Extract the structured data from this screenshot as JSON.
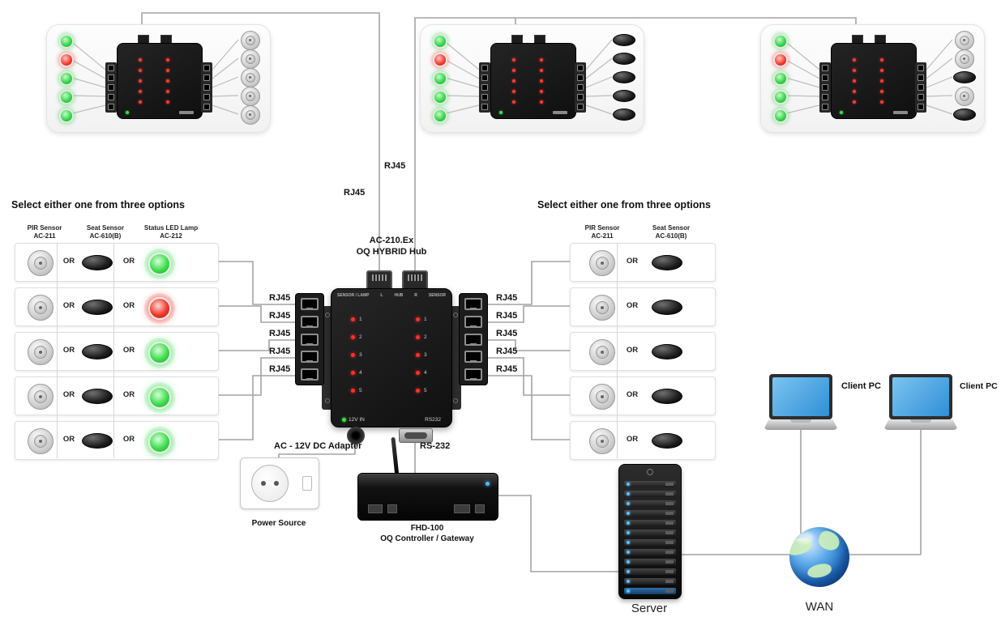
{
  "labels": {
    "rj45": "RJ45",
    "or": "OR"
  },
  "top_units": [
    {
      "leds": [
        "green",
        "red",
        "green",
        "green",
        "green"
      ],
      "devices": [
        "pir",
        "pir",
        "pir",
        "pir",
        "pir"
      ]
    },
    {
      "leds": [
        "green",
        "red",
        "green",
        "green",
        "green"
      ],
      "devices": [
        "seat",
        "seat",
        "seat",
        "seat",
        "seat"
      ]
    },
    {
      "leds": [
        "green",
        "red",
        "green",
        "green",
        "green"
      ],
      "devices": [
        "pir",
        "pir",
        "seat",
        "pir",
        "seat"
      ]
    }
  ],
  "left_options": {
    "heading": "Select either one from three options",
    "columns": [
      {
        "name": "PIR Sensor",
        "model": "AC-211"
      },
      {
        "name": "Seat Sensor",
        "model": "AC-610(B)"
      },
      {
        "name": "Status LED Lamp",
        "model": "AC-212"
      }
    ],
    "rows": [
      {
        "led": "green"
      },
      {
        "led": "red"
      },
      {
        "led": "green"
      },
      {
        "led": "green"
      },
      {
        "led": "green"
      }
    ]
  },
  "right_options": {
    "heading": "Select either one from three options",
    "columns": [
      {
        "name": "PIR Sensor",
        "model": "AC-211"
      },
      {
        "name": "Seat Sensor",
        "model": "AC-610(B)"
      }
    ],
    "rows": [
      {},
      {},
      {},
      {},
      {}
    ]
  },
  "hub": {
    "model": "AC-210.Ex",
    "name": "OQ HYBRID Hub",
    "panel_labels": [
      "SENSOR / LAMP",
      "L",
      "HUB",
      "R",
      "SENSOR"
    ],
    "channels": [
      "1",
      "2",
      "3",
      "4",
      "5"
    ],
    "power_port_label": "12V IN",
    "serial_port_label": "RS232"
  },
  "connections": {
    "adapter_label": "AC - 12V DC Adapter",
    "rs232_label": "RS-232"
  },
  "devices": {
    "power_source": {
      "label": "Power Source"
    },
    "controller": {
      "model": "FHD-100",
      "name": "OQ Controller / Gateway"
    },
    "server": {
      "label": "Server"
    },
    "wan": {
      "label": "WAN"
    },
    "client_pcs": [
      {
        "label": "Client PC"
      },
      {
        "label": "Client PC"
      }
    ]
  }
}
